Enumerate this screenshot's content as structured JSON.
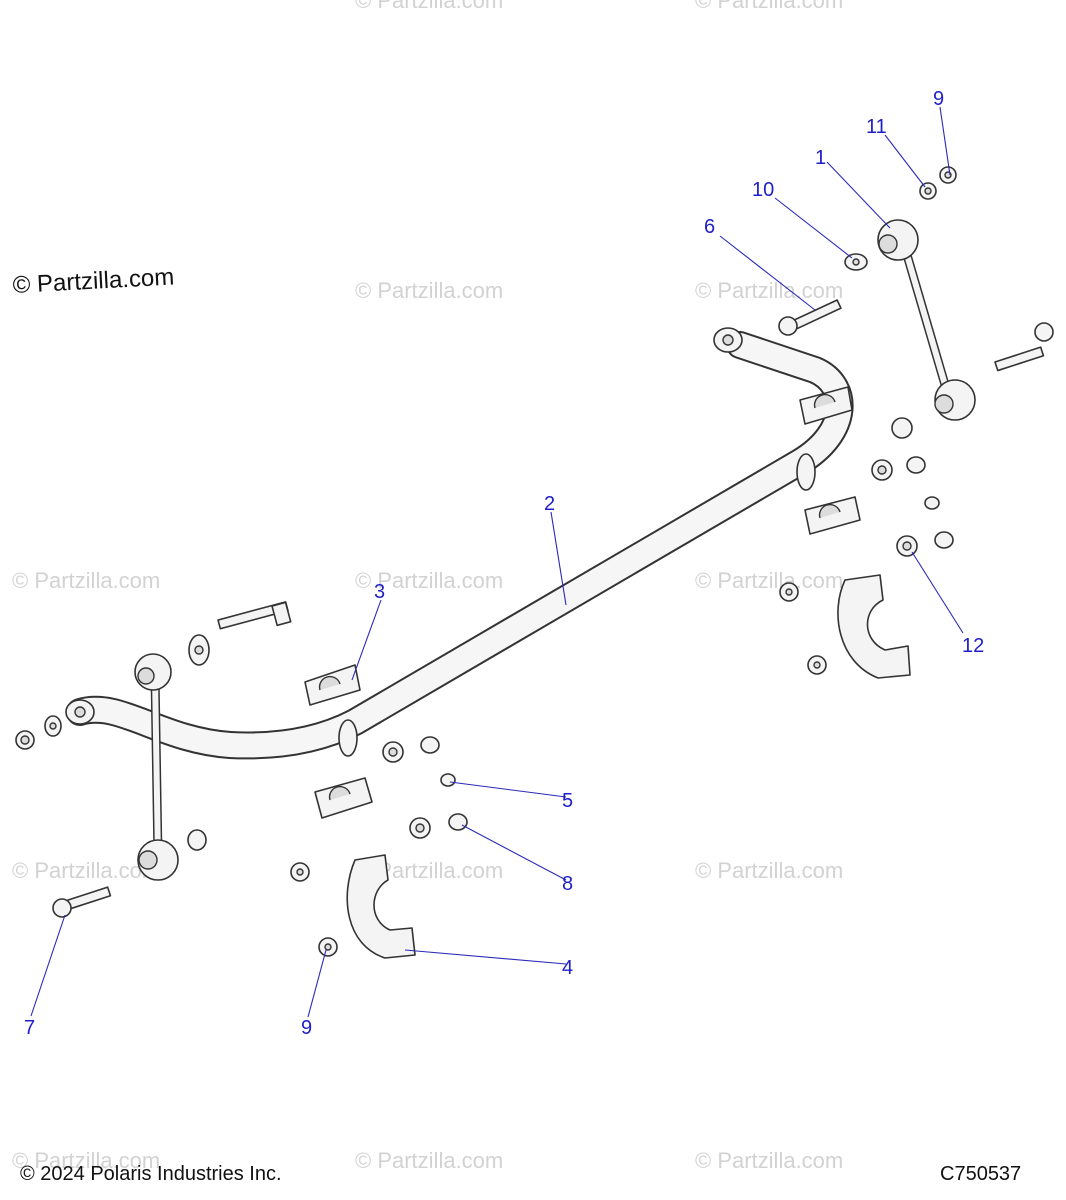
{
  "watermark_text": "© Partzilla.com",
  "copyright_main": "© Partzilla.com",
  "footer": {
    "copyright": "© 2024 Polaris Industries Inc.",
    "diagram_code": "C750537"
  },
  "callouts": {
    "c1": "1",
    "c2": "2",
    "c3": "3",
    "c4": "4",
    "c5": "5",
    "c6": "6",
    "c7": "7",
    "c8": "8",
    "c9_top": "9",
    "c9_bottom": "9",
    "c10": "10",
    "c11": "11",
    "c12": "12"
  },
  "colors": {
    "callout": "#2020c8",
    "leader": "#2a2ab8",
    "watermark": "#d2d2d2"
  }
}
